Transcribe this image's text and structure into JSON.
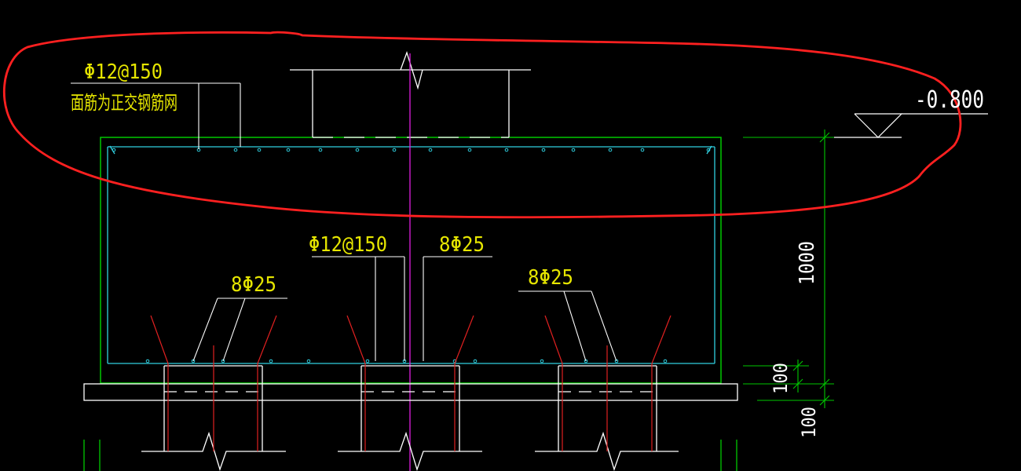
{
  "drawing": {
    "labels": {
      "top_rebar_spec": "Φ12@150",
      "top_rebar_note": "面筋为正交钢筋网",
      "mid_rebar_spec": "Φ12@150",
      "mid_rebar_count": "8Φ25",
      "left_pile_rebar": "8Φ25",
      "right_pile_rebar": "8Φ25",
      "elevation": "-0.800",
      "dim_height": "1000",
      "dim_cover_top": "100",
      "dim_cover_bottom": "100"
    },
    "colors": {
      "background": "#000000",
      "outline": "#00c800",
      "rebar": "#30d0e0",
      "pile_rebar": "#e02020",
      "centerline": "#e020e0",
      "structure": "#ffffff",
      "text": "#e6e600",
      "markup": "#ff2020"
    }
  }
}
